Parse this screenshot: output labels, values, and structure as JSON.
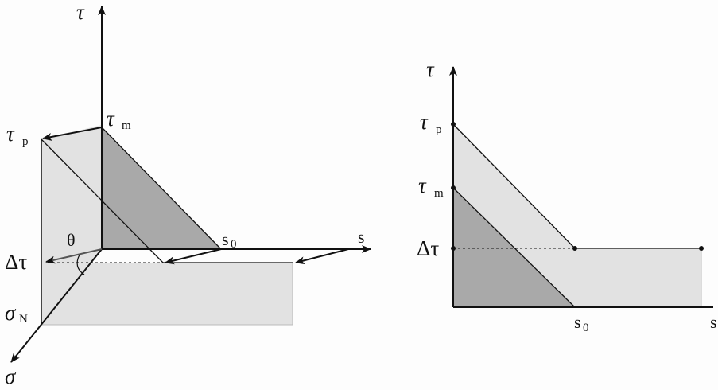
{
  "colors": {
    "background": "#fdfdfd",
    "light_region": "#e2e2e2",
    "dark_region": "#a9a9a9",
    "line": "#111111"
  },
  "left_diagram": {
    "axis_tau": "τ",
    "axis_s": "s",
    "axis_sigma": "σ",
    "label_tau_m_main": "τ",
    "label_tau_m_sub": "m",
    "label_tau_p_main": "τ",
    "label_tau_p_sub": "p",
    "label_delta_tau": "Δτ",
    "label_sigma_n_main": "σ",
    "label_sigma_n_sub": "N",
    "label_theta": "θ",
    "label_s0_main": "s",
    "label_s0_sub": "0"
  },
  "right_diagram": {
    "axis_tau": "τ",
    "axis_s": "s",
    "label_tau_p_main": "τ",
    "label_tau_p_sub": "p",
    "label_tau_m_main": "τ",
    "label_tau_m_sub": "m",
    "label_delta_tau": "Δτ",
    "label_s0_main": "s",
    "label_s0_sub": "0"
  }
}
